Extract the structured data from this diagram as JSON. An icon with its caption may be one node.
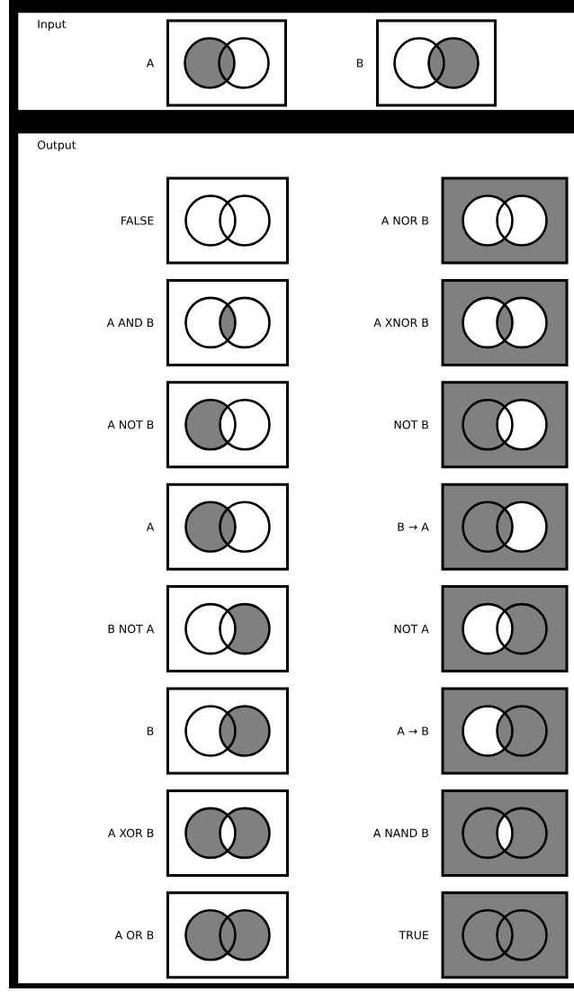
{
  "diagram": {
    "nodes": [
      {
        "text": [
          "Input"
        ]
      },
      {
        "text": [],
        "shape": "box",
        "beside": [
          "A"
        ],
        "in": 0
      },
      {
        "text": [],
        "shape": "box",
        "beside": [
          "B"
        ],
        "in": 0
      },
      {
        "text": [
          "Output"
        ]
      },
      {
        "text": [],
        "shape": "box",
        "beside": [
          "FALSE"
        ],
        "in": 3
      },
      {
        "text": [],
        "shape": "box",
        "beside": [
          "A NOR B"
        ],
        "in": 3
      },
      {
        "text": [],
        "shape": "box",
        "beside": [
          "A AND B"
        ],
        "in": 3
      },
      {
        "text": [],
        "shape": "box",
        "beside": [
          "A XNOR B"
        ],
        "in": 3
      },
      {
        "text": [],
        "shape": "box",
        "beside": [
          "A NOT B"
        ],
        "in": 3
      },
      {
        "text": [],
        "shape": "box",
        "beside": [
          "NOT B"
        ],
        "in": 3
      },
      {
        "text": [],
        "shape": "box",
        "beside": [
          "A"
        ],
        "in": 3
      },
      {
        "text": [],
        "shape": "box",
        "beside": [
          "B → A"
        ],
        "in": 3
      },
      {
        "text": [],
        "shape": "box",
        "beside": [
          "B NOT A"
        ],
        "in": 3
      },
      {
        "text": [],
        "shape": "box",
        "beside": [
          "NOT A"
        ],
        "in": 3
      },
      {
        "text": [],
        "shape": "box",
        "beside": [
          "B"
        ],
        "in": 3
      },
      {
        "text": [],
        "shape": "box",
        "beside": [
          "A → B"
        ],
        "in": 3
      },
      {
        "text": [],
        "shape": "box",
        "beside": [
          "A XOR B"
        ],
        "in": 3
      },
      {
        "text": [],
        "shape": "box",
        "beside": [
          "A NAND B"
        ],
        "in": 3
      },
      {
        "text": [],
        "shape": "box",
        "beside": [
          "A OR B"
        ],
        "in": 3
      },
      {
        "text": [],
        "shape": "box",
        "beside": [
          "TRUE"
        ],
        "in": 3
      }
    ]
  }
}
